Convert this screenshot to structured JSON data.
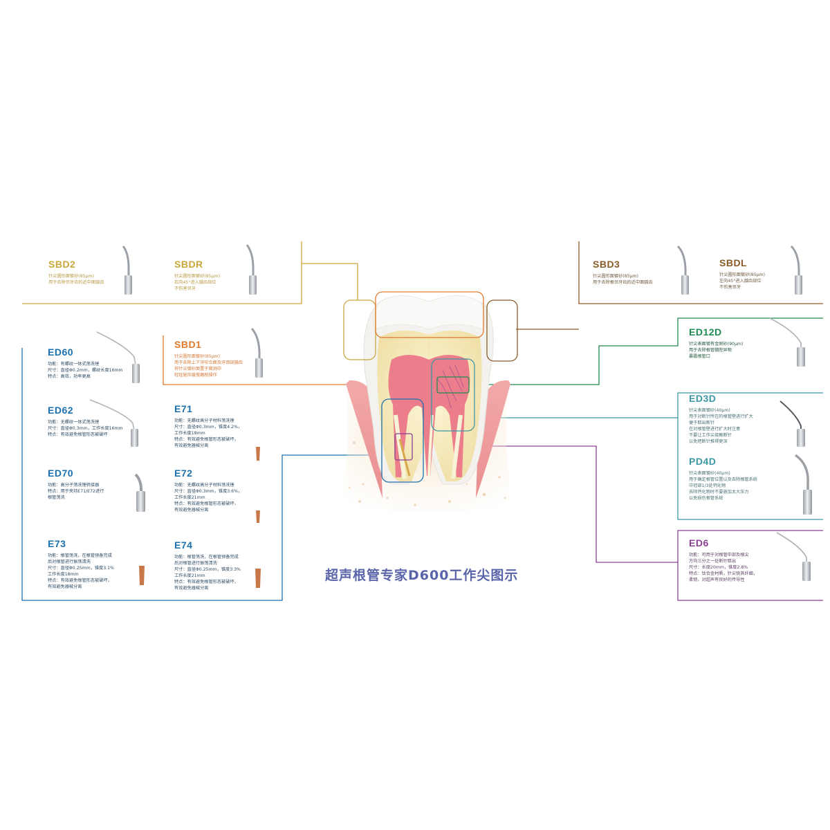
{
  "title": "超声根管专家D600工作尖图示",
  "colors": {
    "gold": "#c9a73a",
    "orange": "#e07a2c",
    "brown": "#8a5a26",
    "blue": "#1a6fae",
    "green": "#1f8a52",
    "teal": "#3c97a3",
    "purple": "#8a3f93"
  },
  "tips": {
    "sbd2": {
      "name": "SBD2",
      "desc": [
        "针尖圆形面镀砂(85μm)",
        "用于去除邻牙齿的近中面龋齿"
      ]
    },
    "sbdr": {
      "name": "SBDR",
      "desc": [
        "针尖圆形面镀砂(85μm)",
        "右向45°进入龋齿部位",
        "不伤害邻牙"
      ]
    },
    "sbd3": {
      "name": "SBD3",
      "desc": [
        "针尖圆形面镀砂(85μm)",
        "用于去除根邻牙齿的近中面龋齿"
      ]
    },
    "sbdl": {
      "name": "SBDL",
      "desc": [
        "针尖圆形面镀砂(85μm)",
        "左向45°进入龋齿部位",
        "不伤害邻牙"
      ]
    },
    "sbd1": {
      "name": "SBD1",
      "desc": [
        "针尖圆形面镀砂(85μm)",
        "用于去除上下牙咬合面及牙颈部龋齿",
        "将针尖镀砂面置于窝洞中",
        "轻轻施压缓慢磨削操作"
      ]
    },
    "ed60": {
      "name": "ED60",
      "desc": [
        "功能：有螺纹一体式荡洗锉",
        "尺寸：直径Φ0.2mm，螺纹长度16mm",
        "特点：高效，功率更高"
      ]
    },
    "ed62": {
      "name": "ED62",
      "desc": [
        "功能：无螺纹一体式荡洗锉",
        "尺寸：直径Φ0.3mm，工作长度16mm",
        "特点：有效避免根管形态被破坏"
      ]
    },
    "ed70": {
      "name": "ED70",
      "desc": [
        "功能：高分子荡洗锉转接器",
        "特点：用于夹持E71/E72进行",
        "           根管荡洗"
      ]
    },
    "e71": {
      "name": "E71",
      "desc": [
        "功能：无螺纹高分子材料荡洗锉",
        "尺寸：直径Φ0.3mm，锥度4.2%，",
        "           工作长度18mm",
        "特点：有效避免根管形态被破坏，",
        "           有效避免器械分离"
      ]
    },
    "e72": {
      "name": "E72",
      "desc": [
        "功能：无螺纹高分子材料荡洗锉",
        "尺寸：直径Φ0.3mm，锥度3.6%，",
        "           工作长度21mm",
        "特点：有效避免根管形态被破坏，",
        "           有效避免器械分离"
      ]
    },
    "e73": {
      "name": "E73",
      "desc": [
        "功能：根管荡洗，在根管预备完成",
        "           后对根管进行振荡清洗",
        "尺寸：直径Φ0.25mm，锥度3.1%",
        "           工作长度18mm",
        "特点：有效避免根管形态被破坏，",
        "           有效避免器械分离"
      ]
    },
    "e74": {
      "name": "E74",
      "desc": [
        "功能：根管荡洗，在根管预备完成",
        "           后对根管进行振荡清洗",
        "尺寸：直径Φ0.25mm，锥度3.3%",
        "           工作长度21mm",
        "特点：有效避免根管形态被破坏，",
        "           有效避免器械分离"
      ]
    },
    "ed12d": {
      "name": "ED12D",
      "desc": [
        "针尖表面镀有金刚砂(90μm)",
        "用于去除根管髓腔异物",
        "暴露根管口"
      ]
    },
    "ed3d": {
      "name": "ED3D",
      "desc": [
        "针尖表面镀砂(40μm)",
        "用于对断针所在的根管壁进行扩大",
        "便于取出断针",
        "在对根管壁进行扩大时注意",
        "不要让工作尖接触断针",
        "以免把断针推得更深"
      ]
    },
    "pd4d": {
      "name": "PD4D",
      "desc": [
        "针尖表面镀砂(40μm)",
        "用于确定根管位置以及去除根管系统",
        "中冠部1/3处钙化物",
        "去除钙化物时不要施加太大压力",
        "以免损伤根管系统"
      ]
    },
    "ed6": {
      "name": "ED6",
      "desc": [
        "功能：可用于对根管中部及根尖",
        "           方向三分之一处断针取出",
        "尺寸：长度20mm，锥度2.8%",
        "特点：钛合金材质，针尖锐其纤细，",
        "           柔韧，对超声有良好的传导性"
      ]
    }
  }
}
